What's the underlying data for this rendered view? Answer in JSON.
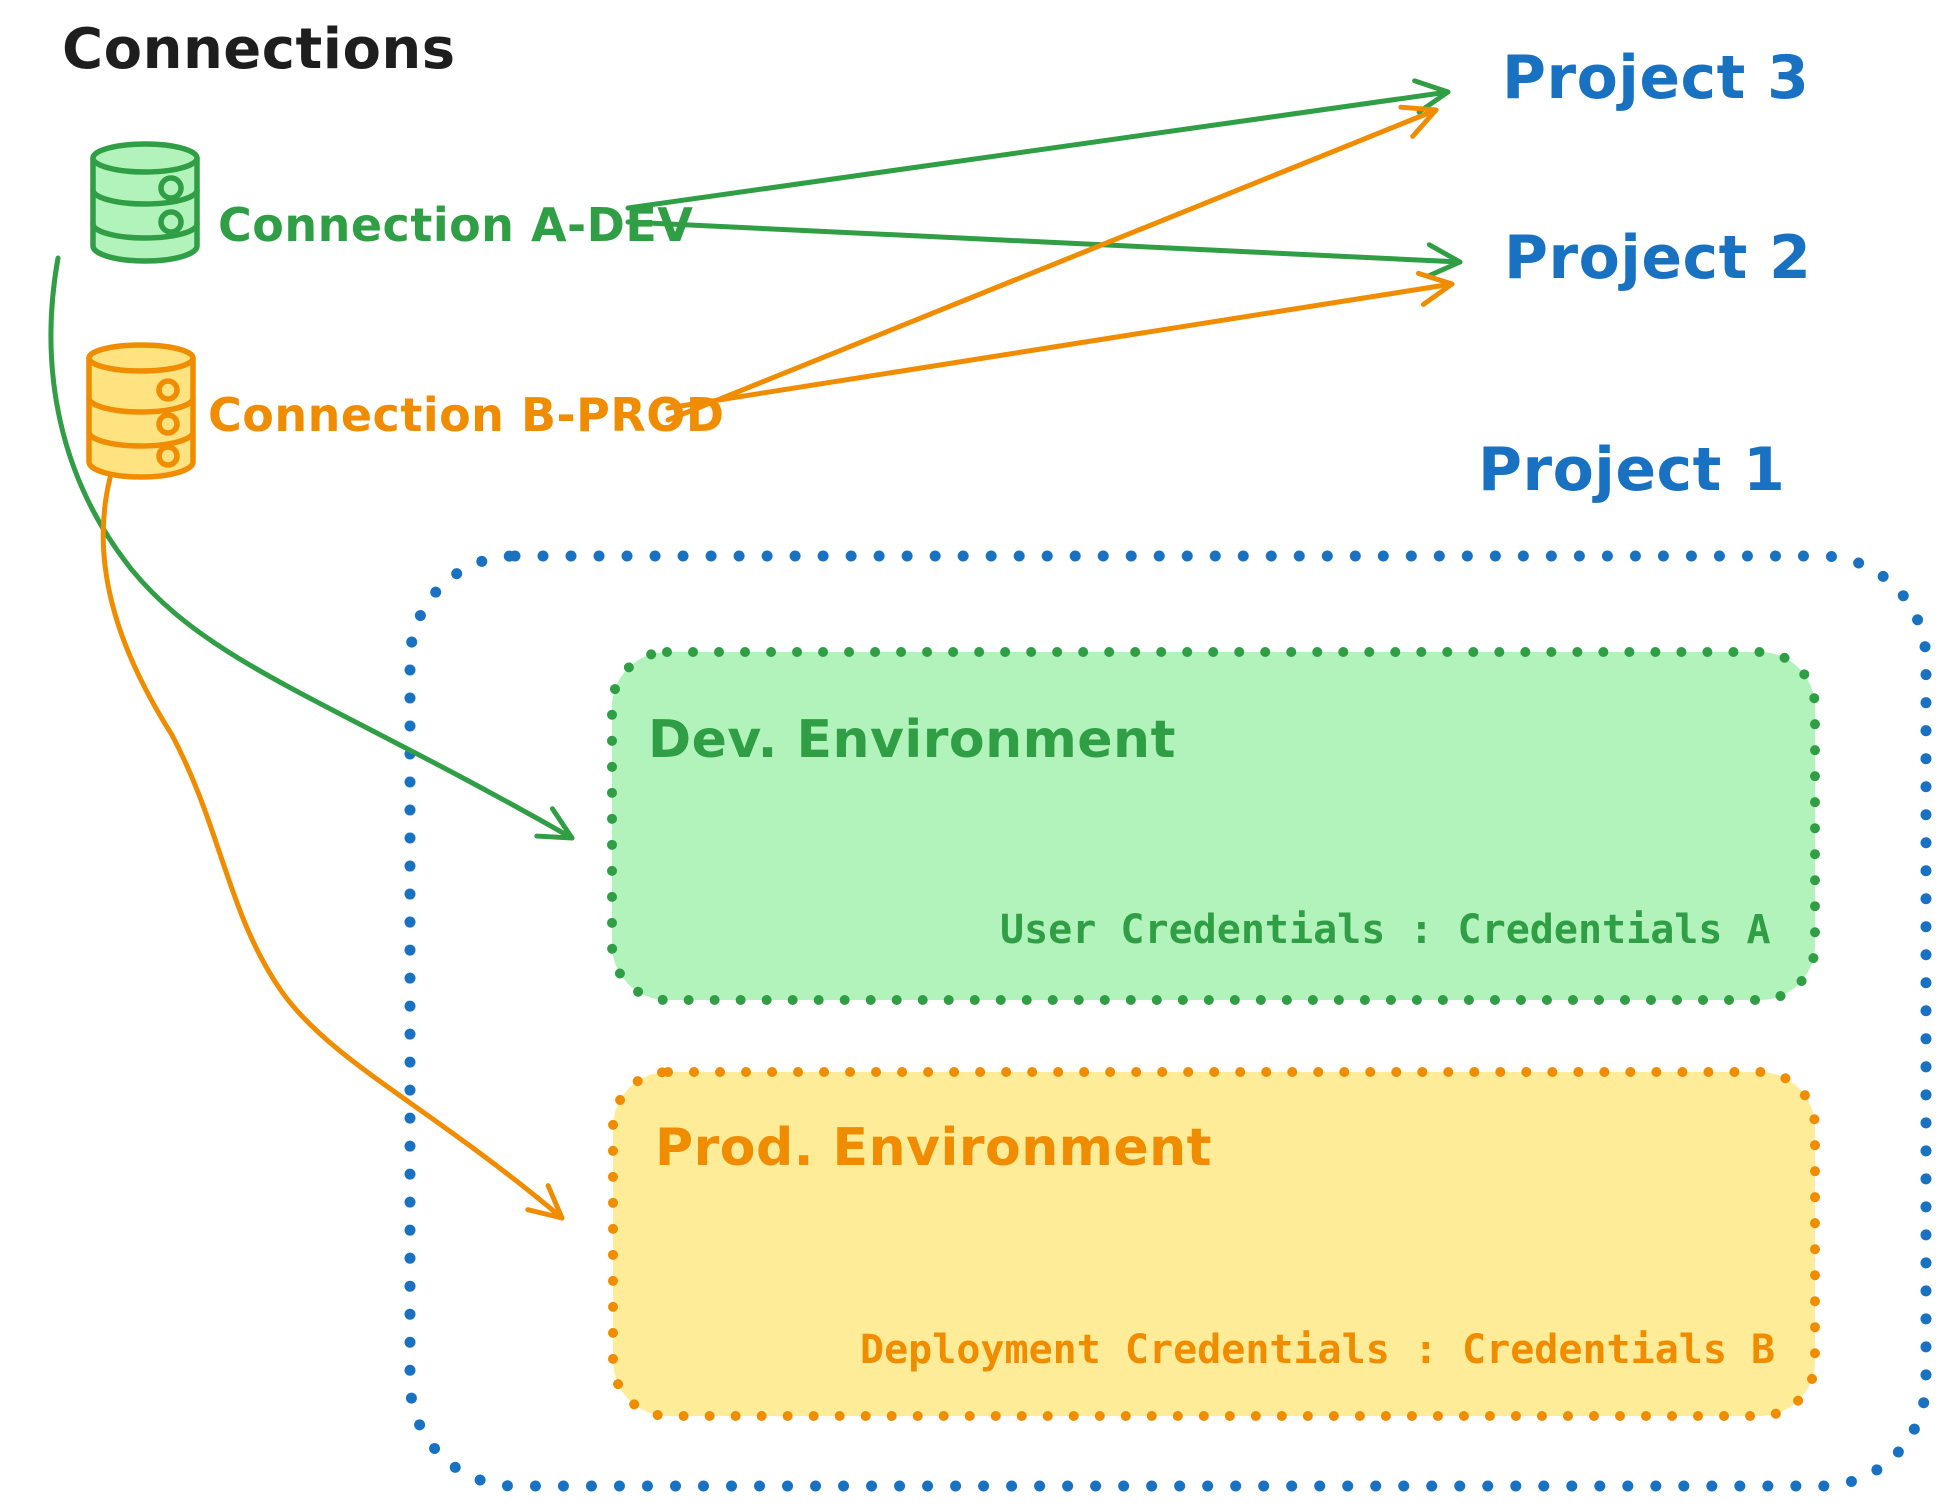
{
  "title": "Connections",
  "colors": {
    "green": "#2f9e44",
    "green_fill": "#b2f2bb",
    "orange": "#f08c00",
    "yellow_fill": "#ffec99",
    "yellow_db_fill": "#ffe380",
    "blue": "#1971c2",
    "black": "#1e1e1e"
  },
  "connections": [
    {
      "label": "Connection A-DEV",
      "icon": "database-icon",
      "color": "#2f9e44"
    },
    {
      "label": "Connection B-PROD",
      "icon": "database-icon",
      "color": "#f08c00"
    }
  ],
  "projects": [
    {
      "label": "Project 3"
    },
    {
      "label": "Project 2"
    },
    {
      "label": "Project 1"
    }
  ],
  "environments": [
    {
      "title": "Dev. Environment",
      "credentials_label": "User Credentials : Credentials A"
    },
    {
      "title": "Prod. Environment",
      "credentials_label": "Deployment Credentials : Credentials B"
    }
  ]
}
